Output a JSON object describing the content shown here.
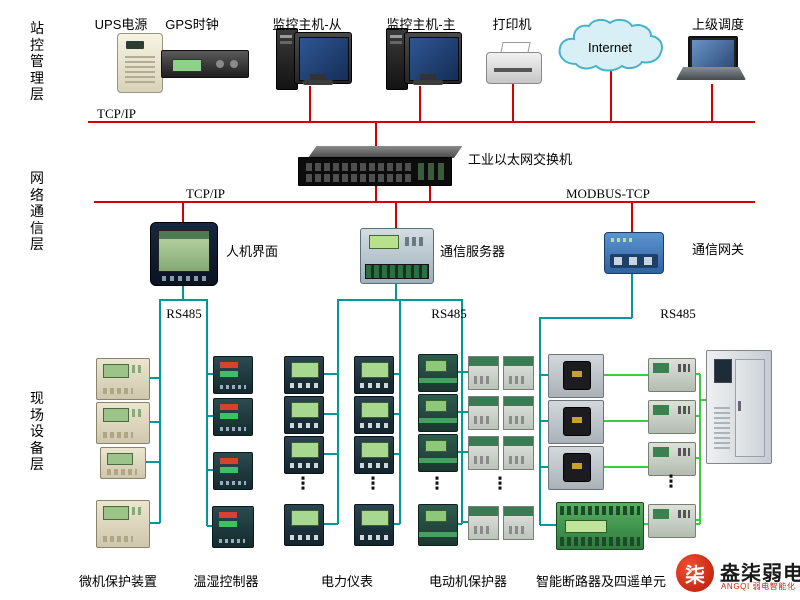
{
  "layer_labels": {
    "station": "站控管理层",
    "network": "网络通信层",
    "field": "现场设备层"
  },
  "top_row": {
    "ups": "UPS电源",
    "gps": "GPS时钟",
    "monitor_slave": "监控主机-从",
    "monitor_master": "监控主机-主",
    "printer": "打印机",
    "internet": "Internet",
    "dispatch": "上级调度"
  },
  "net": {
    "tcpip_top": "TCP/IP",
    "switch_label": "工业以太网交换机",
    "tcpip_mid": "TCP/IP",
    "modbus": "MODBUS-TCP",
    "hmi": "人机界面",
    "comm_server": "通信服务器",
    "gateway": "通信网关",
    "rs485_left": "RS485",
    "rs485_mid": "RS485",
    "rs485_right": "RS485"
  },
  "field_row": {
    "protection": "微机保护装置",
    "temp_humidity": "温湿控制器",
    "power_meter": "电力仪表",
    "motor_protector": "电动机保护器",
    "breaker_unit": "智能断路器及四遥单元",
    "dots": "⋮"
  },
  "logo": {
    "mark": "柒",
    "name": "盎柒弱电",
    "subtitle": "ANGQI 弱电智能化"
  },
  "colors": {
    "bus_red": "#d40000",
    "rs485_teal": "#009999",
    "link_green": "#3ecc3e"
  }
}
